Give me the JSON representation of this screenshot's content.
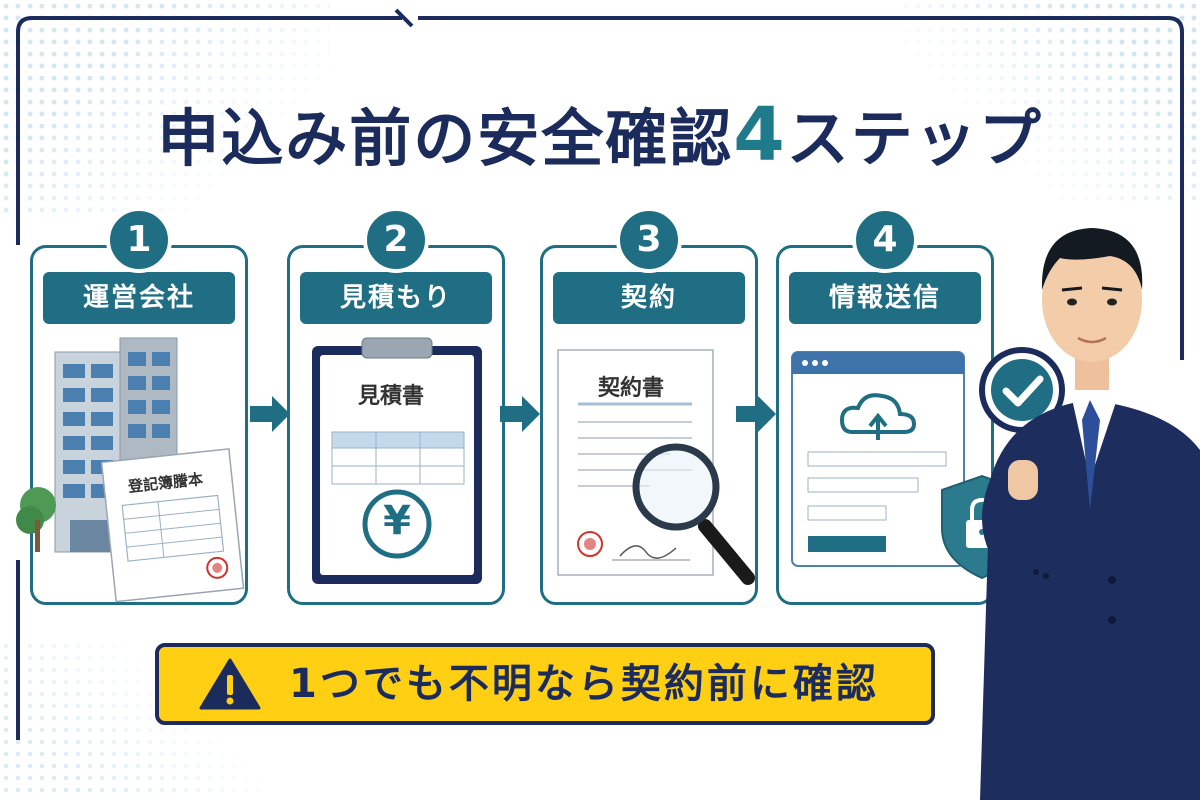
{
  "title": {
    "main": "申込み前の安全確認",
    "number": "4",
    "suffix": "ステップ"
  },
  "steps": [
    {
      "number": "1",
      "label": "運営会社",
      "doc_label": "登記簿謄本"
    },
    {
      "number": "2",
      "label": "見積もり",
      "doc_label": "見積書",
      "symbol": "¥"
    },
    {
      "number": "3",
      "label": "契約",
      "doc_label": "契約書"
    },
    {
      "number": "4",
      "label": "情報送信"
    }
  ],
  "warning": {
    "text": "1つでも不明なら契約前に確認",
    "icon": "warning-triangle-icon"
  },
  "colors": {
    "navy": "#1a2b5c",
    "teal": "#1f6e83",
    "yellow": "#ffcf14",
    "white": "#ffffff"
  }
}
